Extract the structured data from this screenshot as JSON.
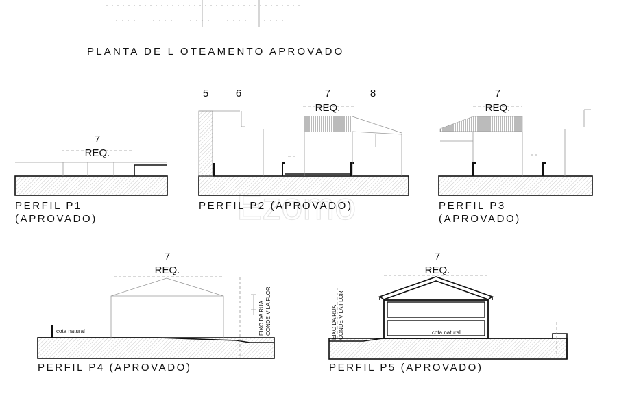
{
  "title": "PLANTA DE L OTEAMENTO APROVADO",
  "watermark": "Ezomo",
  "profiles": {
    "p1": {
      "label_line1": "PERFIL P1",
      "label_line2": "(APROVADO)",
      "lot": "7",
      "req": "REQ."
    },
    "p2": {
      "label": "PERFIL P2 (APROVADO)",
      "lot5": "5",
      "lot6": "6",
      "lot7": "7",
      "lot8": "8",
      "req": "REQ."
    },
    "p3": {
      "label_line1": "PERFIL P3",
      "label_line2": "(APROVADO)",
      "lot": "7",
      "req": "REQ."
    },
    "p4": {
      "label": "PERFIL P4 (APROVADO)",
      "lot": "7",
      "req": "REQ.",
      "cota": "cota natural",
      "eixo_line1": "EIXO DA RUA",
      "eixo_line2": "CONDE VILA FLOR"
    },
    "p5": {
      "label": "PERFIL P5 (APROVADO)",
      "lot": "7",
      "req": "REQ.",
      "cota": "cota natural",
      "eixo_line1": "EIXO DA RUA",
      "eixo_line2": "CONDE VILA FLOR"
    }
  }
}
